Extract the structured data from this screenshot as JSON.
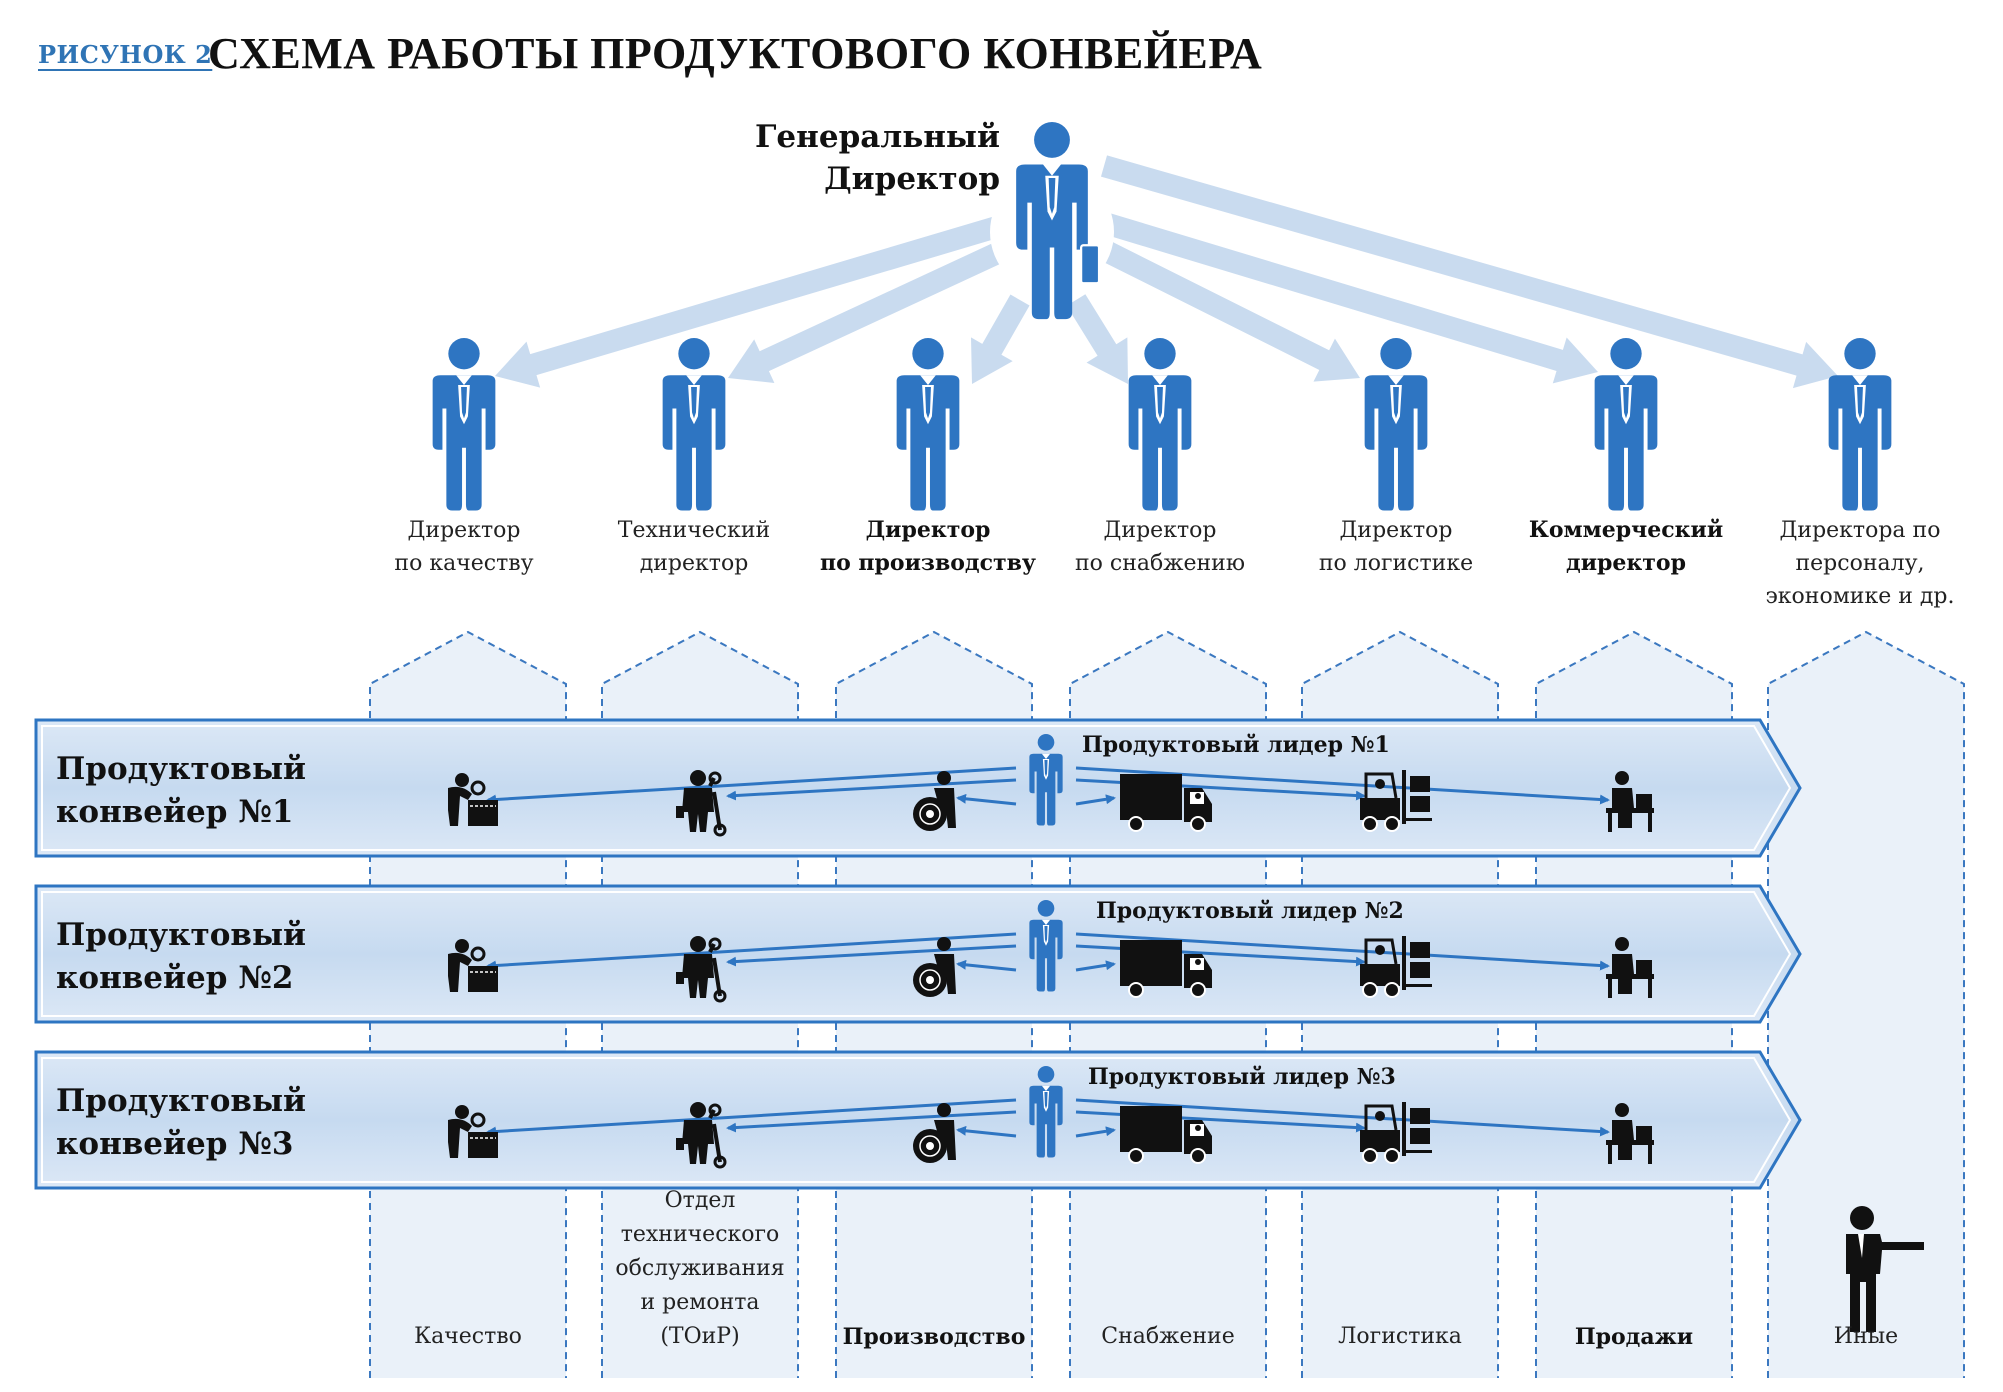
{
  "figure": {
    "label": "РИСУНОК 2",
    "title": "СХЕМА РАБОТЫ ПРОДУКТОВОГО КОНВЕЙЕРА"
  },
  "ceo": {
    "line1": "Генеральный",
    "line2": "Директор"
  },
  "directors": [
    {
      "line1": "Директор",
      "line2": "по качеству",
      "line3": "",
      "bold": false
    },
    {
      "line1": "Технический",
      "line2": "директор",
      "line3": "",
      "bold": false
    },
    {
      "line1": "Директор",
      "line2": "по производству",
      "line3": "",
      "bold": true
    },
    {
      "line1": "Директор",
      "line2": "по снабжению",
      "line3": "",
      "bold": false
    },
    {
      "line1": "Директор",
      "line2": "по логистике",
      "line3": "",
      "bold": false
    },
    {
      "line1": "Коммерческий",
      "line2": "директор",
      "line3": "",
      "bold": true
    },
    {
      "line1": "Директора по",
      "line2": "персоналу,",
      "line3": "экономике и др.",
      "bold": false
    }
  ],
  "conveyors": [
    {
      "line1": "Продуктовый",
      "line2": "конвейер №1",
      "leader": "Продуктовый лидер №1"
    },
    {
      "line1": "Продуктовый",
      "line2": "конвейер №2",
      "leader": "Продуктовый лидер №2"
    },
    {
      "line1": "Продуктовый",
      "line2": "конвейер №3",
      "leader": "Продуктовый лидер №3"
    }
  ],
  "departments": [
    {
      "lines": [
        "Качество"
      ],
      "bold": false,
      "icon": "quality-inspector-icon"
    },
    {
      "lines": [
        "Отдел",
        "технического",
        "обслуживания",
        "и ремонта",
        "(ТОиР)"
      ],
      "bold": false,
      "icon": "mechanic-wrench-icon"
    },
    {
      "lines": [
        "Производство"
      ],
      "bold": true,
      "icon": "worker-with-coil-icon"
    },
    {
      "lines": [
        "Снабжение"
      ],
      "bold": false,
      "icon": "delivery-truck-icon"
    },
    {
      "lines": [
        "Логистика"
      ],
      "bold": false,
      "icon": "forklift-icon"
    },
    {
      "lines": [
        "Продажи"
      ],
      "bold": true,
      "icon": "sales-desk-icon"
    },
    {
      "lines": [
        "Иные"
      ],
      "bold": false,
      "icon": "pointing-person-icon"
    }
  ],
  "colors": {
    "accent": "#2f74b5",
    "figure_blue": "#2e75c2",
    "arrow_light": "#c9dbef",
    "band_fill": "#cfe0f3",
    "band_stroke": "#2e75c2",
    "column_fill": "#eaf1f9",
    "column_stroke": "#3b78c0",
    "icon_black": "#111111"
  }
}
